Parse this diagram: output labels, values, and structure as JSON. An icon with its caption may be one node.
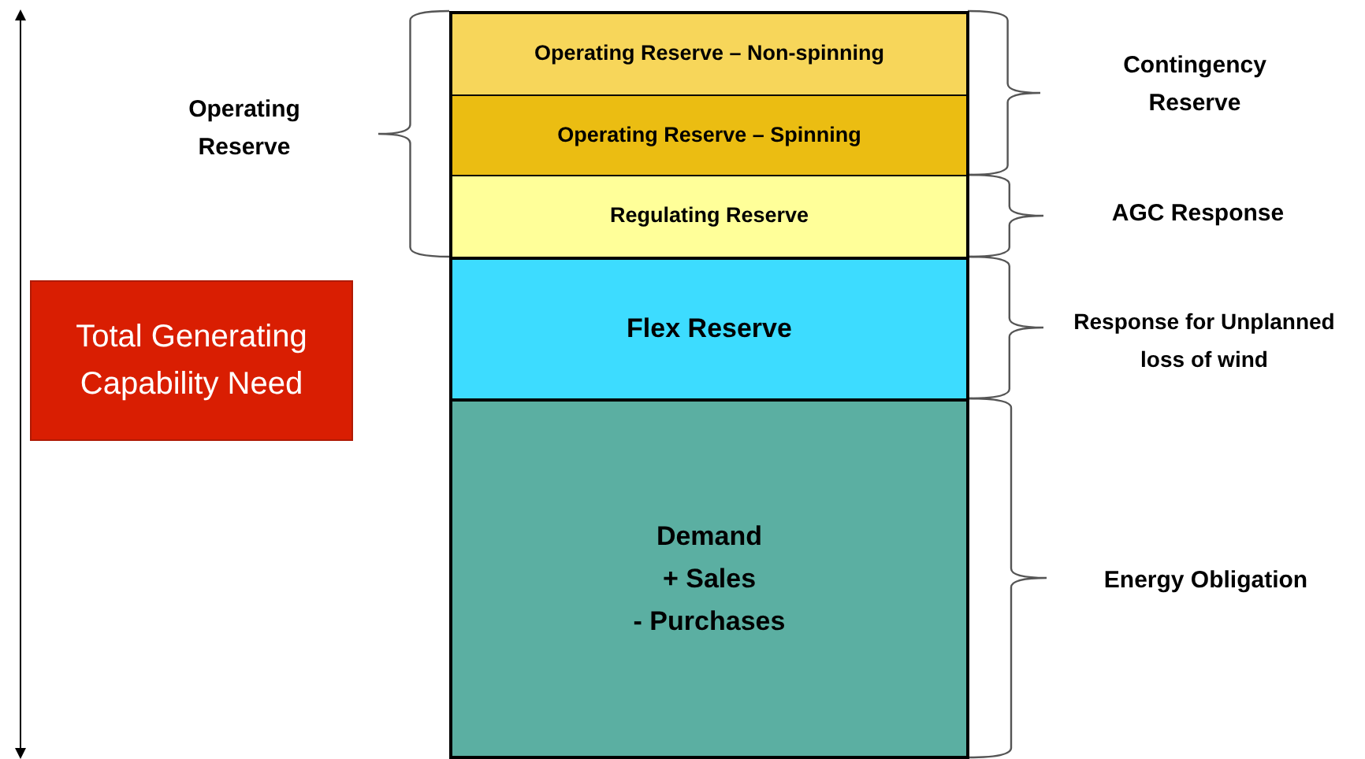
{
  "diagram": {
    "nodes": [
      {
        "text": [
          "Operating Reserve – Non-spinning"
        ]
      },
      {
        "text": [
          "Operating Reserve – Spinning"
        ]
      },
      {
        "text": [
          "Regulating Reserve"
        ]
      },
      {
        "text": [
          "Flex Reserve"
        ]
      },
      {
        "text": [
          "Demand",
          "+ Sales",
          "- Purchases"
        ]
      },
      {
        "text": [
          "Total Generating Capability Need"
        ]
      }
    ],
    "labels": [
      "Operating Reserve",
      "Contingency Reserve",
      "AGC Response",
      "Response for Unplanned loss of wind",
      "Energy Obligation"
    ]
  }
}
